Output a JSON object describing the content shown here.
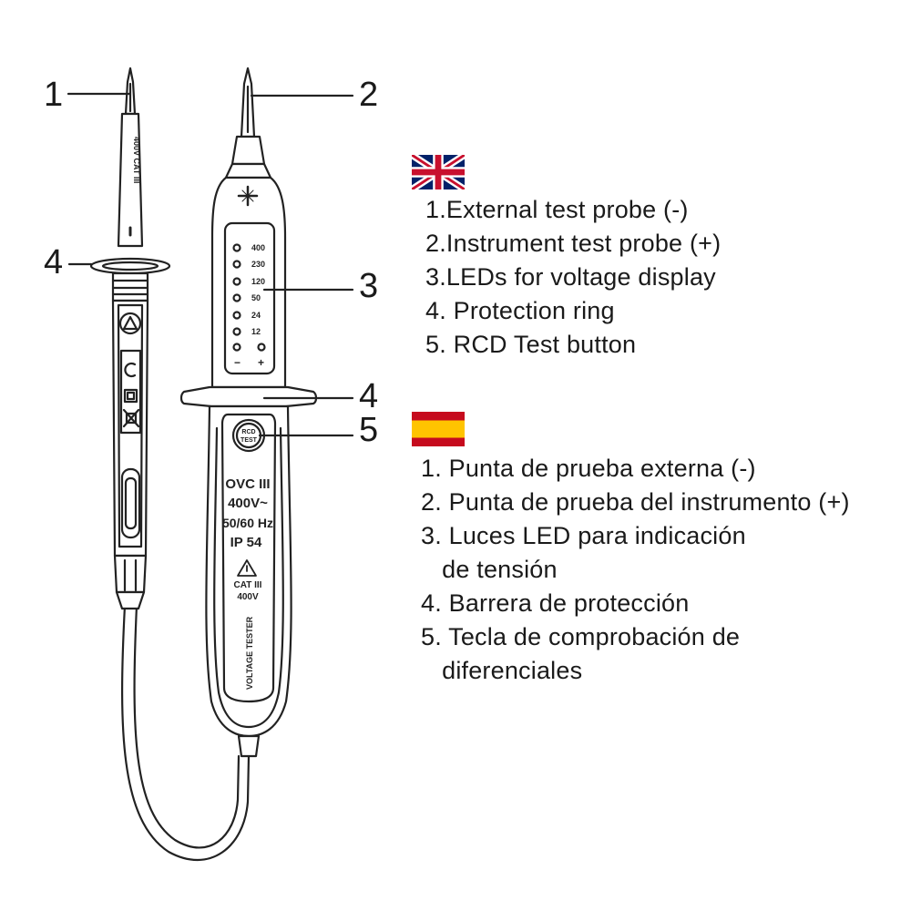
{
  "callouts": [
    "1",
    "2",
    "3",
    "4",
    "4",
    "5"
  ],
  "device_markings": {
    "voltage_levels": [
      "400",
      "230",
      "120",
      "50",
      "24",
      "12"
    ],
    "polarity_minus": "−",
    "polarity_plus": "+",
    "rcd_button": [
      "RCD",
      "TEST"
    ],
    "rating_lines": [
      "OVC III",
      "400V~",
      "50/60 Hz",
      "IP 54"
    ],
    "cat_rating": [
      "CAT III",
      "400V"
    ],
    "side_label": "VOLTAGE TESTER",
    "probe_label": "400V CAT III"
  },
  "flags": {
    "english": "uk-flag-icon",
    "spanish": "spain-flag-icon"
  },
  "legend_en": [
    "1.External test probe (-)",
    "2.Instrument test probe (+)",
    "3.LEDs for voltage display",
    "4. Protection ring",
    "5. RCD Test button"
  ],
  "legend_es": [
    "1. Punta de prueba externa (-)",
    "2. Punta de prueba del instrumento (+)",
    "3. Luces LED para indicación",
    "   de tensión",
    "4. Barrera de protección",
    "5. Tecla de comprobación de",
    "   diferenciales"
  ]
}
